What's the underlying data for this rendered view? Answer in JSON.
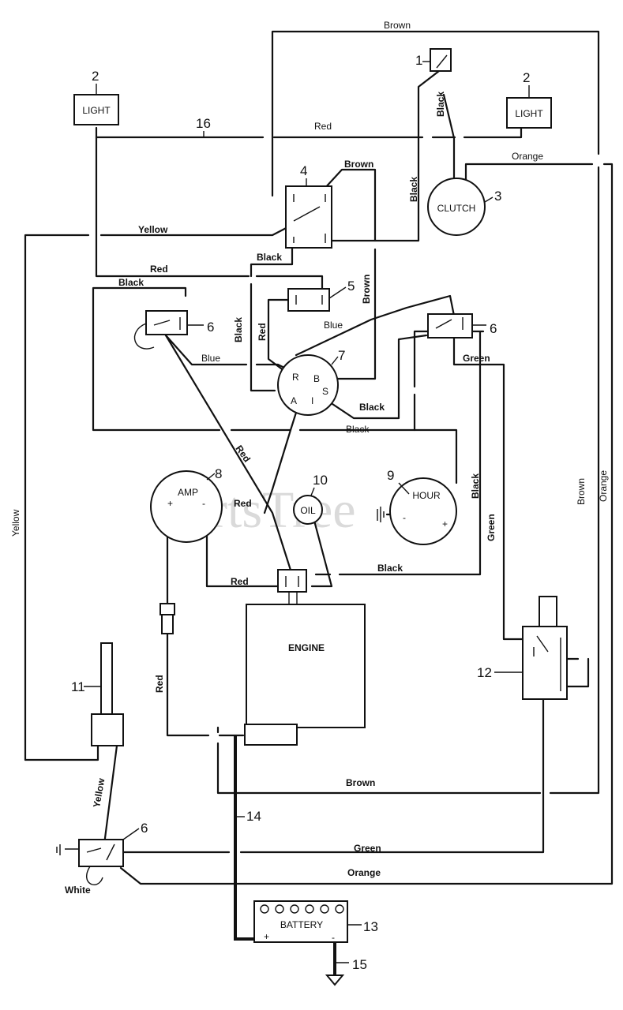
{
  "watermark": "PartsTree",
  "components": {
    "light_left": {
      "ref": "2",
      "label": "LIGHT"
    },
    "light_right": {
      "ref": "2",
      "label": "LIGHT"
    },
    "switch_top": {
      "ref": "1"
    },
    "clutch": {
      "ref": "3",
      "label": "CLUTCH"
    },
    "relay": {
      "ref": "4"
    },
    "switch_5": {
      "ref": "5"
    },
    "switch_6_left": {
      "ref": "6"
    },
    "switch_6_right": {
      "ref": "6"
    },
    "switch_6_bottom": {
      "ref": "6"
    },
    "ignition": {
      "ref": "7",
      "terminals": [
        "R",
        "B",
        "A",
        "I",
        "S"
      ]
    },
    "amp": {
      "ref": "8",
      "label": "AMP",
      "minus": "-"
    },
    "hour": {
      "ref": "9",
      "label": "HOUR",
      "minus": "-",
      "plus": "+"
    },
    "oil": {
      "ref": "10",
      "label": "OIL"
    },
    "part_11": {
      "ref": "11"
    },
    "part_12": {
      "ref": "12"
    },
    "battery": {
      "ref": "13",
      "label": "BATTERY",
      "plus": "+",
      "minus": "-"
    },
    "cable_14": {
      "ref": "14"
    },
    "ground_15": {
      "ref": "15"
    },
    "wire_16": {
      "ref": "16"
    },
    "engine": {
      "label": "ENGINE"
    }
  },
  "wire_labels": {
    "brown_top": "Brown",
    "red_top": "Red",
    "black_switch1": "Black",
    "orange_top": "Orange",
    "brown_relay": "Brown",
    "black_relay": "Black",
    "yellow_top": "Yellow",
    "red_mid": "Red",
    "black_mid": "Black",
    "black_left": "Black",
    "black_sw6": "Black",
    "red_vert": "Red",
    "brown_vert": "Brown",
    "blue_right": "Blue",
    "blue_left": "Blue",
    "green_top": "Green",
    "black_ign": "Black",
    "black_cross": "Black",
    "red_diag": "Red",
    "red_amp": "Red",
    "black_right": "Black",
    "green_right": "Green",
    "brown_right": "Brown",
    "orange_right": "Orange",
    "red_engine": "Red",
    "black_engine": "Black",
    "yellow_left": "Yellow",
    "red_left": "Red",
    "yellow_bottom": "Yellow",
    "white_bottom": "White",
    "brown_bottom": "Brown",
    "green_bottom": "Green",
    "orange_bottom": "Orange"
  }
}
